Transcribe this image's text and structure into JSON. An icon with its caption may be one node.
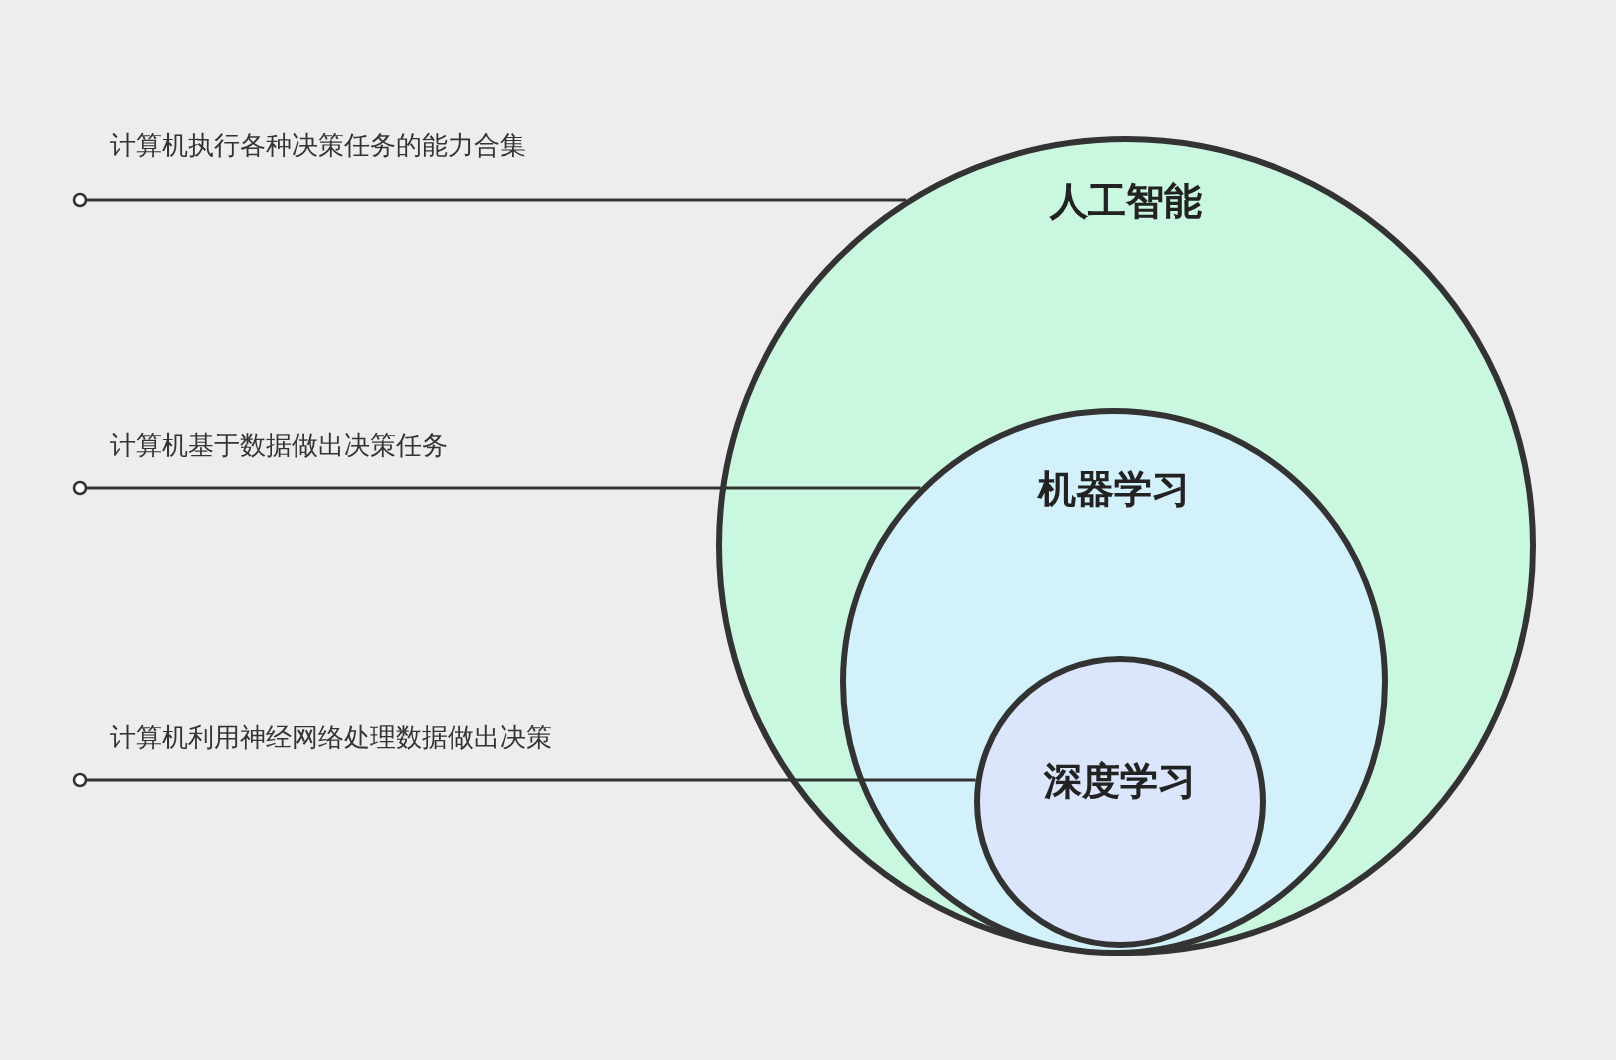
{
  "diagram": {
    "nodes": [
      {
        "text": [
          "人工智能"
        ]
      },
      {
        "text": [
          "机器学习"
        ],
        "in": 0
      },
      {
        "text": [
          "深度学习"
        ],
        "in": 1
      },
      {
        "text": [
          "计算机执行各种决策任务的能力合集"
        ]
      },
      {
        "text": [
          "计算机基于数据做出决策任务"
        ]
      },
      {
        "text": [
          "计算机利用神经网络处理数据做出决策"
        ]
      }
    ],
    "edges": [
      {
        "from": 3,
        "to": 0,
        "arrow": "other"
      },
      {
        "from": 4,
        "to": 1,
        "arrow": "other"
      },
      {
        "from": 5,
        "to": 2,
        "arrow": "other"
      }
    ]
  }
}
